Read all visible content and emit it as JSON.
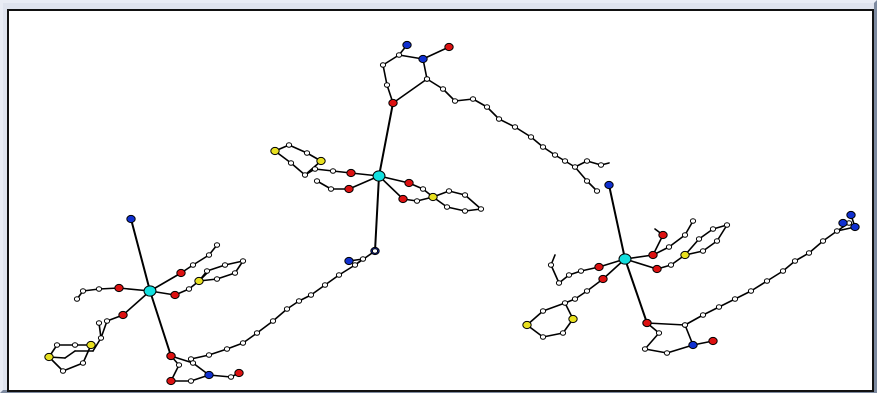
{
  "window": {
    "frame_color": "#dfe3ee",
    "canvas_color": "#ffffff"
  },
  "diagram": {
    "type": "crystal-structure-ball-and-stick",
    "atom_colors": {
      "metal": "#12e0e0",
      "oxygen": "#dd1111",
      "nitrogen": "#1030d0",
      "sulfur": "#e8e020",
      "carbon": "#ffffff"
    },
    "bond_color": "#000000",
    "metal_centers": 3,
    "bridging_ligands": 2
  }
}
